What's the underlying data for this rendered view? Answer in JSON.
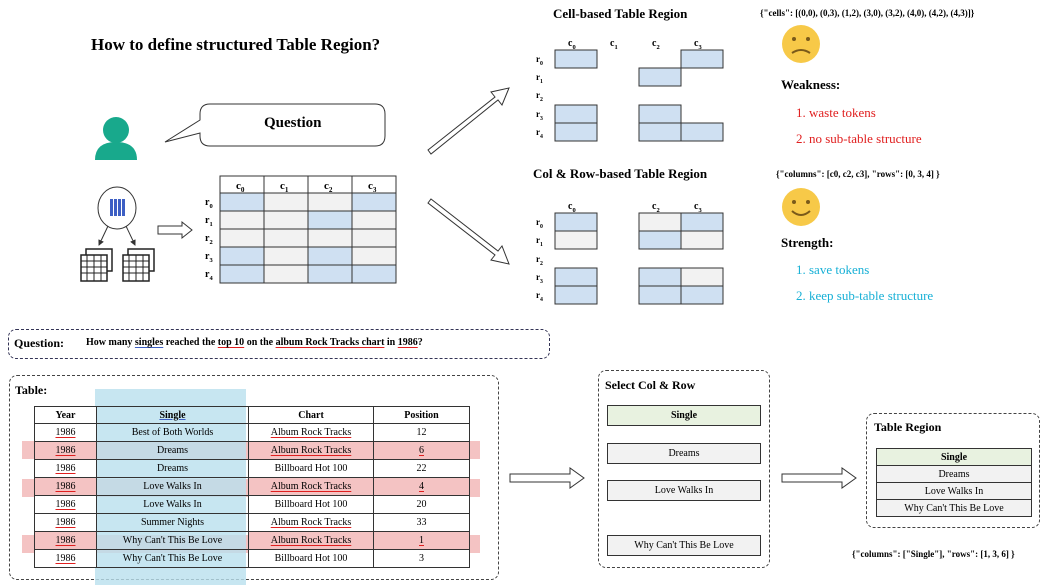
{
  "title": "How to define structured Table Region?",
  "question_bubble": "Question",
  "top_table": {
    "col_headers": [
      "c0",
      "c1",
      "c2",
      "c3"
    ],
    "row_headers": [
      "r0",
      "r1",
      "r2",
      "r3",
      "r4"
    ]
  },
  "cell_based": {
    "title": "Cell-based Table Region",
    "json": "{\"cells\": [(0,0), (0,3), (1,2), (3,0), (3,2), (4,0), (4,2), (4,3)]}",
    "weakness_label": "Weakness:",
    "weakness_items": [
      "1. waste tokens",
      "2. no sub-table structure"
    ]
  },
  "colrow_based": {
    "title": "Col & Row-based Table Region",
    "json": "{\"columns\": [c0, c2, c3], \"rows\": [0, 3, 4] }",
    "strength_label": "Strength:",
    "strength_items": [
      "1. save tokens",
      "2. keep sub-table structure"
    ]
  },
  "question_line": {
    "label": "Question:",
    "text": "How many singles reached the top 10 on the album Rock Tracks chart in 1986?"
  },
  "table": {
    "label": "Table:",
    "headers": [
      "Year",
      "Single",
      "Chart",
      "Position"
    ],
    "rows": [
      [
        "1986",
        "Best of Both Worlds",
        "Album Rock Tracks",
        "12"
      ],
      [
        "1986",
        "Dreams",
        "Album Rock Tracks",
        "6"
      ],
      [
        "1986",
        "Dreams",
        "Billboard Hot 100",
        "22"
      ],
      [
        "1986",
        "Love Walks In",
        "Album Rock Tracks",
        "4"
      ],
      [
        "1986",
        "Love Walks In",
        "Billboard Hot 100",
        "20"
      ],
      [
        "1986",
        "Summer Nights",
        "Album Rock Tracks",
        "33"
      ],
      [
        "1986",
        "Why Can't This Be Love",
        "Album Rock Tracks",
        "1"
      ],
      [
        "1986",
        "Why Can't This Be Love",
        "Billboard Hot 100",
        "3"
      ]
    ]
  },
  "select_panel": {
    "title": "Select Col & Row",
    "cells": [
      "Single",
      "Dreams",
      "Love Walks In",
      "Why Can't This Be Love"
    ]
  },
  "region_panel": {
    "title": "Table Region",
    "cells": [
      "Single",
      "Dreams",
      "Love Walks In",
      "Why Can't This Be Love"
    ],
    "json": "{\"columns\": [\"Single\"], \"rows\": [1, 3, 6] }"
  },
  "colors": {
    "blue_cell": "#cfe0f2",
    "grey_cell": "#f2f2f2",
    "highlight_red": "#f4c3c3",
    "highlight_blue": "#b9e0ee",
    "user_teal": "#18a98c",
    "face_yellow": "#f7c948"
  }
}
